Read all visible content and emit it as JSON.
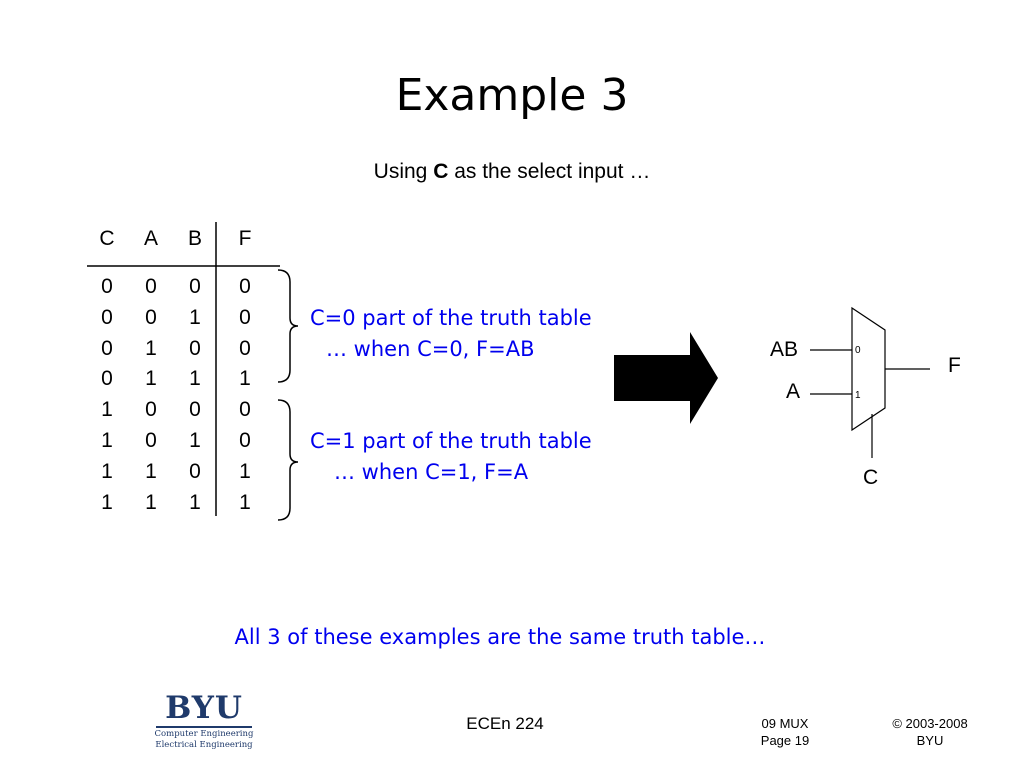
{
  "slide": {
    "title": "Example 3",
    "subtitle": {
      "prefix": "Using ",
      "bold": "C",
      "suffix": " as the select input …"
    }
  },
  "truth_table": {
    "headers": [
      "C",
      "A",
      "B",
      "F"
    ],
    "rows": [
      [
        "0",
        "0",
        "0",
        "0"
      ],
      [
        "0",
        "0",
        "1",
        "0"
      ],
      [
        "0",
        "1",
        "0",
        "0"
      ],
      [
        "0",
        "1",
        "1",
        "1"
      ],
      [
        "1",
        "0",
        "0",
        "0"
      ],
      [
        "1",
        "0",
        "1",
        "0"
      ],
      [
        "1",
        "1",
        "0",
        "1"
      ],
      [
        "1",
        "1",
        "1",
        "1"
      ]
    ]
  },
  "annotations": {
    "c0_line1": "C=0 part of the truth table",
    "c0_line2": "… when C=0, F=AB",
    "c1_line1": "C=1 part of the truth table",
    "c1_line2": "… when C=1, F=A",
    "bottom_note": "All 3 of these examples are the same truth table…"
  },
  "mux": {
    "input0_label": "AB",
    "input1_label": "A",
    "output_label": "F",
    "select_label": "C",
    "pin0": "0",
    "pin1": "1"
  },
  "footer": {
    "logo_main": "BYU",
    "logo_line1": "Computer Engineering",
    "logo_line2": "Electrical Engineering",
    "course": "ECEn 224",
    "section": "09 MUX",
    "page": "Page 19",
    "copyright": "© 2003-2008",
    "org": "BYU"
  },
  "colors": {
    "annotation_blue": "#0000ee",
    "logo_navy": "#1f3a6b"
  }
}
